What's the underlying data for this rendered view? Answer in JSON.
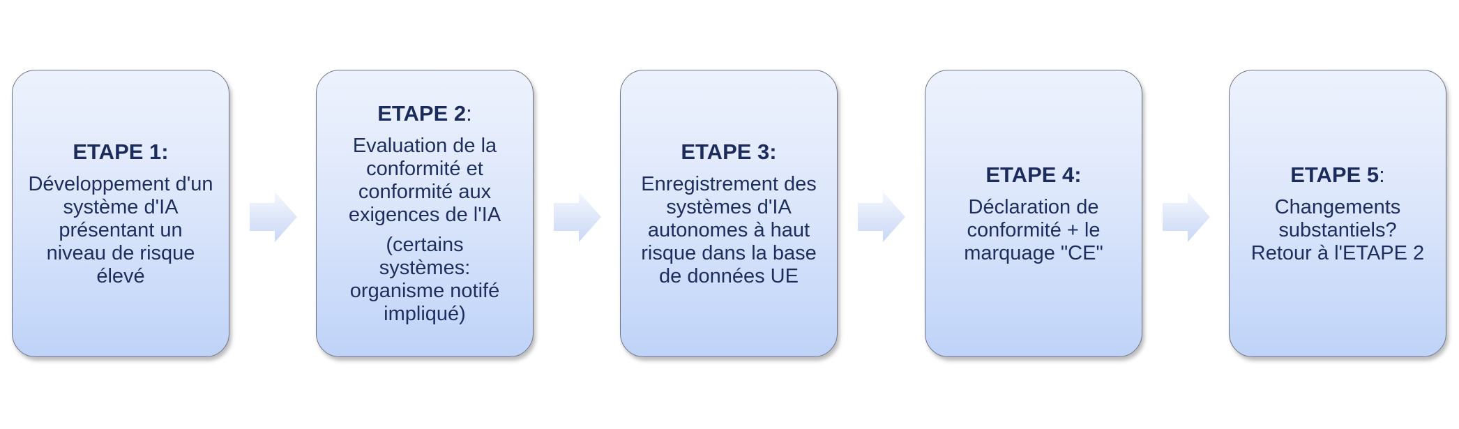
{
  "steps": [
    {
      "title": "ETAPE 1:",
      "title_suffix": "",
      "body": "Développement d'un système d'IA présentant un niveau de risque élevé",
      "note": ""
    },
    {
      "title": "ETAPE 2",
      "title_suffix": ":",
      "body": "Evaluation de la conformité et conformité aux exigences de l'IA",
      "note": "(certains systèmes: organisme notifé impliqué)"
    },
    {
      "title": "ETAPE 3:",
      "title_suffix": "",
      "body": "Enregistrement des systèmes d'IA autonomes à haut risque dans la base de données UE",
      "note": ""
    },
    {
      "title": "ETAPE 4:",
      "title_suffix": "",
      "body": "Déclaration de conformité + le marquage \"CE\"",
      "note": ""
    },
    {
      "title": "ETAPE 5",
      "title_suffix": ":",
      "body": "Changements substantiels? Retour à l'ETAPE 2",
      "note": ""
    }
  ],
  "colors": {
    "box_top": "#edf2fd",
    "box_bottom": "#bfd3f8",
    "box_border": "#6f7584",
    "text": "#1c2d5e",
    "arrow_light": "#f4f7fd",
    "arrow_dark": "#c9d8f5"
  },
  "icons": {
    "connector": "chevron-arrow-right-icon"
  }
}
